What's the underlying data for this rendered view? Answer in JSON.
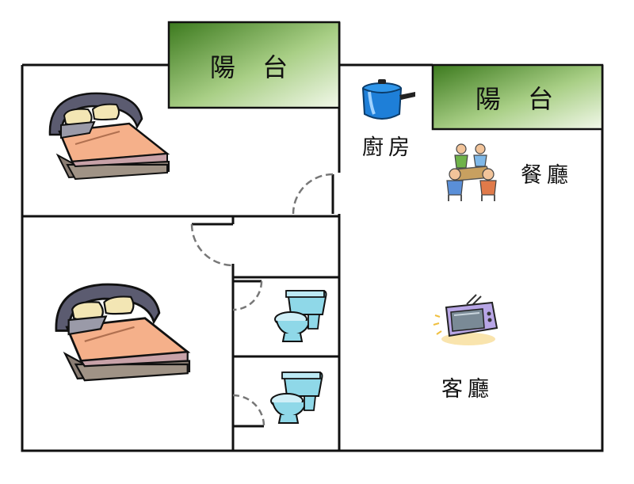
{
  "rooms": {
    "balcony_top": "陽 台",
    "balcony_right": "陽 台",
    "kitchen": "廚房",
    "dining": "餐廳",
    "living": "客廳"
  },
  "colors": {
    "wall": "#111111",
    "balcony_dark": "#3c7a1e",
    "balcony_light": "#e8f2d8",
    "door_swing": "#888888",
    "bed_frame": "#5a5a6e",
    "bed_sheet": "#f5b08a",
    "pillow": "#f3e6b4",
    "toilet": "#8fd8e8",
    "pot": "#1e7fd8",
    "tv": "#b8a6e6"
  },
  "icons": [
    "bed-icon",
    "bed-icon",
    "toilet-icon",
    "toilet-icon",
    "pot-icon",
    "dining-family-icon",
    "tv-icon"
  ]
}
